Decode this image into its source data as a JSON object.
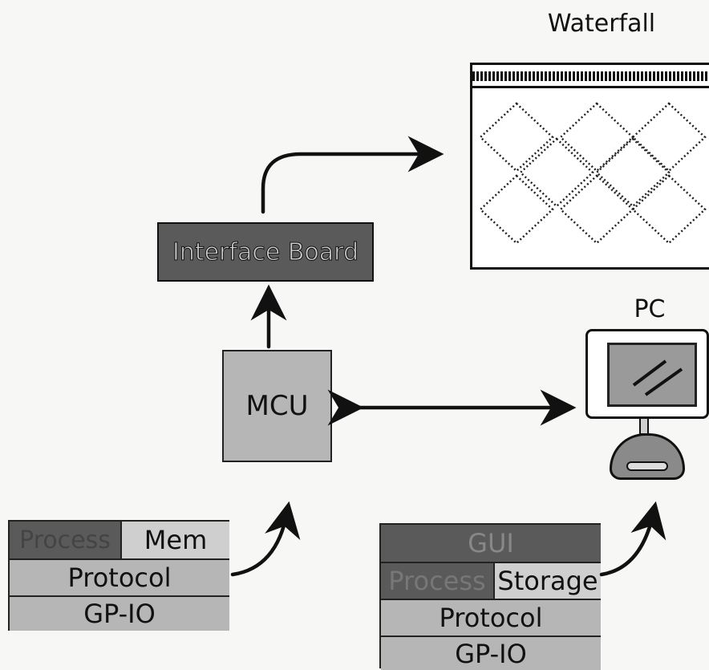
{
  "labels": {
    "waterfall": "Waterfall",
    "pc": "PC",
    "interface_board": "Interface Board",
    "mcu": "MCU"
  },
  "mcu_stack": {
    "process": "Process",
    "mem": "Mem",
    "protocol": "Protocol",
    "gpio": "GP-IO"
  },
  "pc_stack": {
    "gui": "GUI",
    "process": "Process",
    "storage": "Storage",
    "protocol": "Protocol",
    "gpio": "GP-IO"
  }
}
